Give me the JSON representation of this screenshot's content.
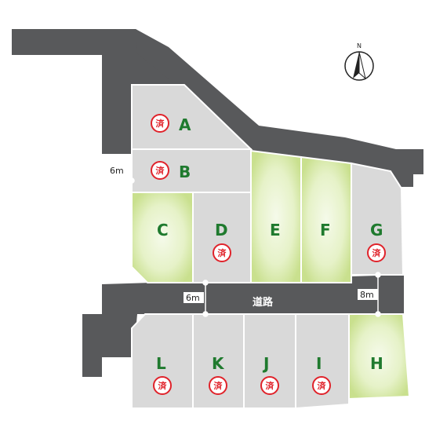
{
  "map": {
    "road_label": "道路",
    "north_label": "N",
    "sold_mark": "済",
    "dimensions": {
      "west_road": "6m",
      "center_road": "6m",
      "east_road": "8m"
    },
    "colors": {
      "road": "#58595b",
      "lot_sold": "#d9d9d9",
      "lot_available": "#d7e9a8",
      "lot_available_center": "#f3f9e3",
      "letter": "#1f7a2e",
      "sold_mark": "#e0222a"
    },
    "lots": [
      {
        "id": "A",
        "label": "A",
        "status": "sold"
      },
      {
        "id": "B",
        "label": "B",
        "status": "sold"
      },
      {
        "id": "C",
        "label": "C",
        "status": "available"
      },
      {
        "id": "D",
        "label": "D",
        "status": "sold"
      },
      {
        "id": "E",
        "label": "E",
        "status": "available"
      },
      {
        "id": "F",
        "label": "F",
        "status": "available"
      },
      {
        "id": "G",
        "label": "G",
        "status": "sold"
      },
      {
        "id": "H",
        "label": "H",
        "status": "available"
      },
      {
        "id": "I",
        "label": "I",
        "status": "sold"
      },
      {
        "id": "J",
        "label": "J",
        "status": "sold"
      },
      {
        "id": "K",
        "label": "K",
        "status": "sold"
      },
      {
        "id": "L",
        "label": "L",
        "status": "sold"
      }
    ]
  }
}
